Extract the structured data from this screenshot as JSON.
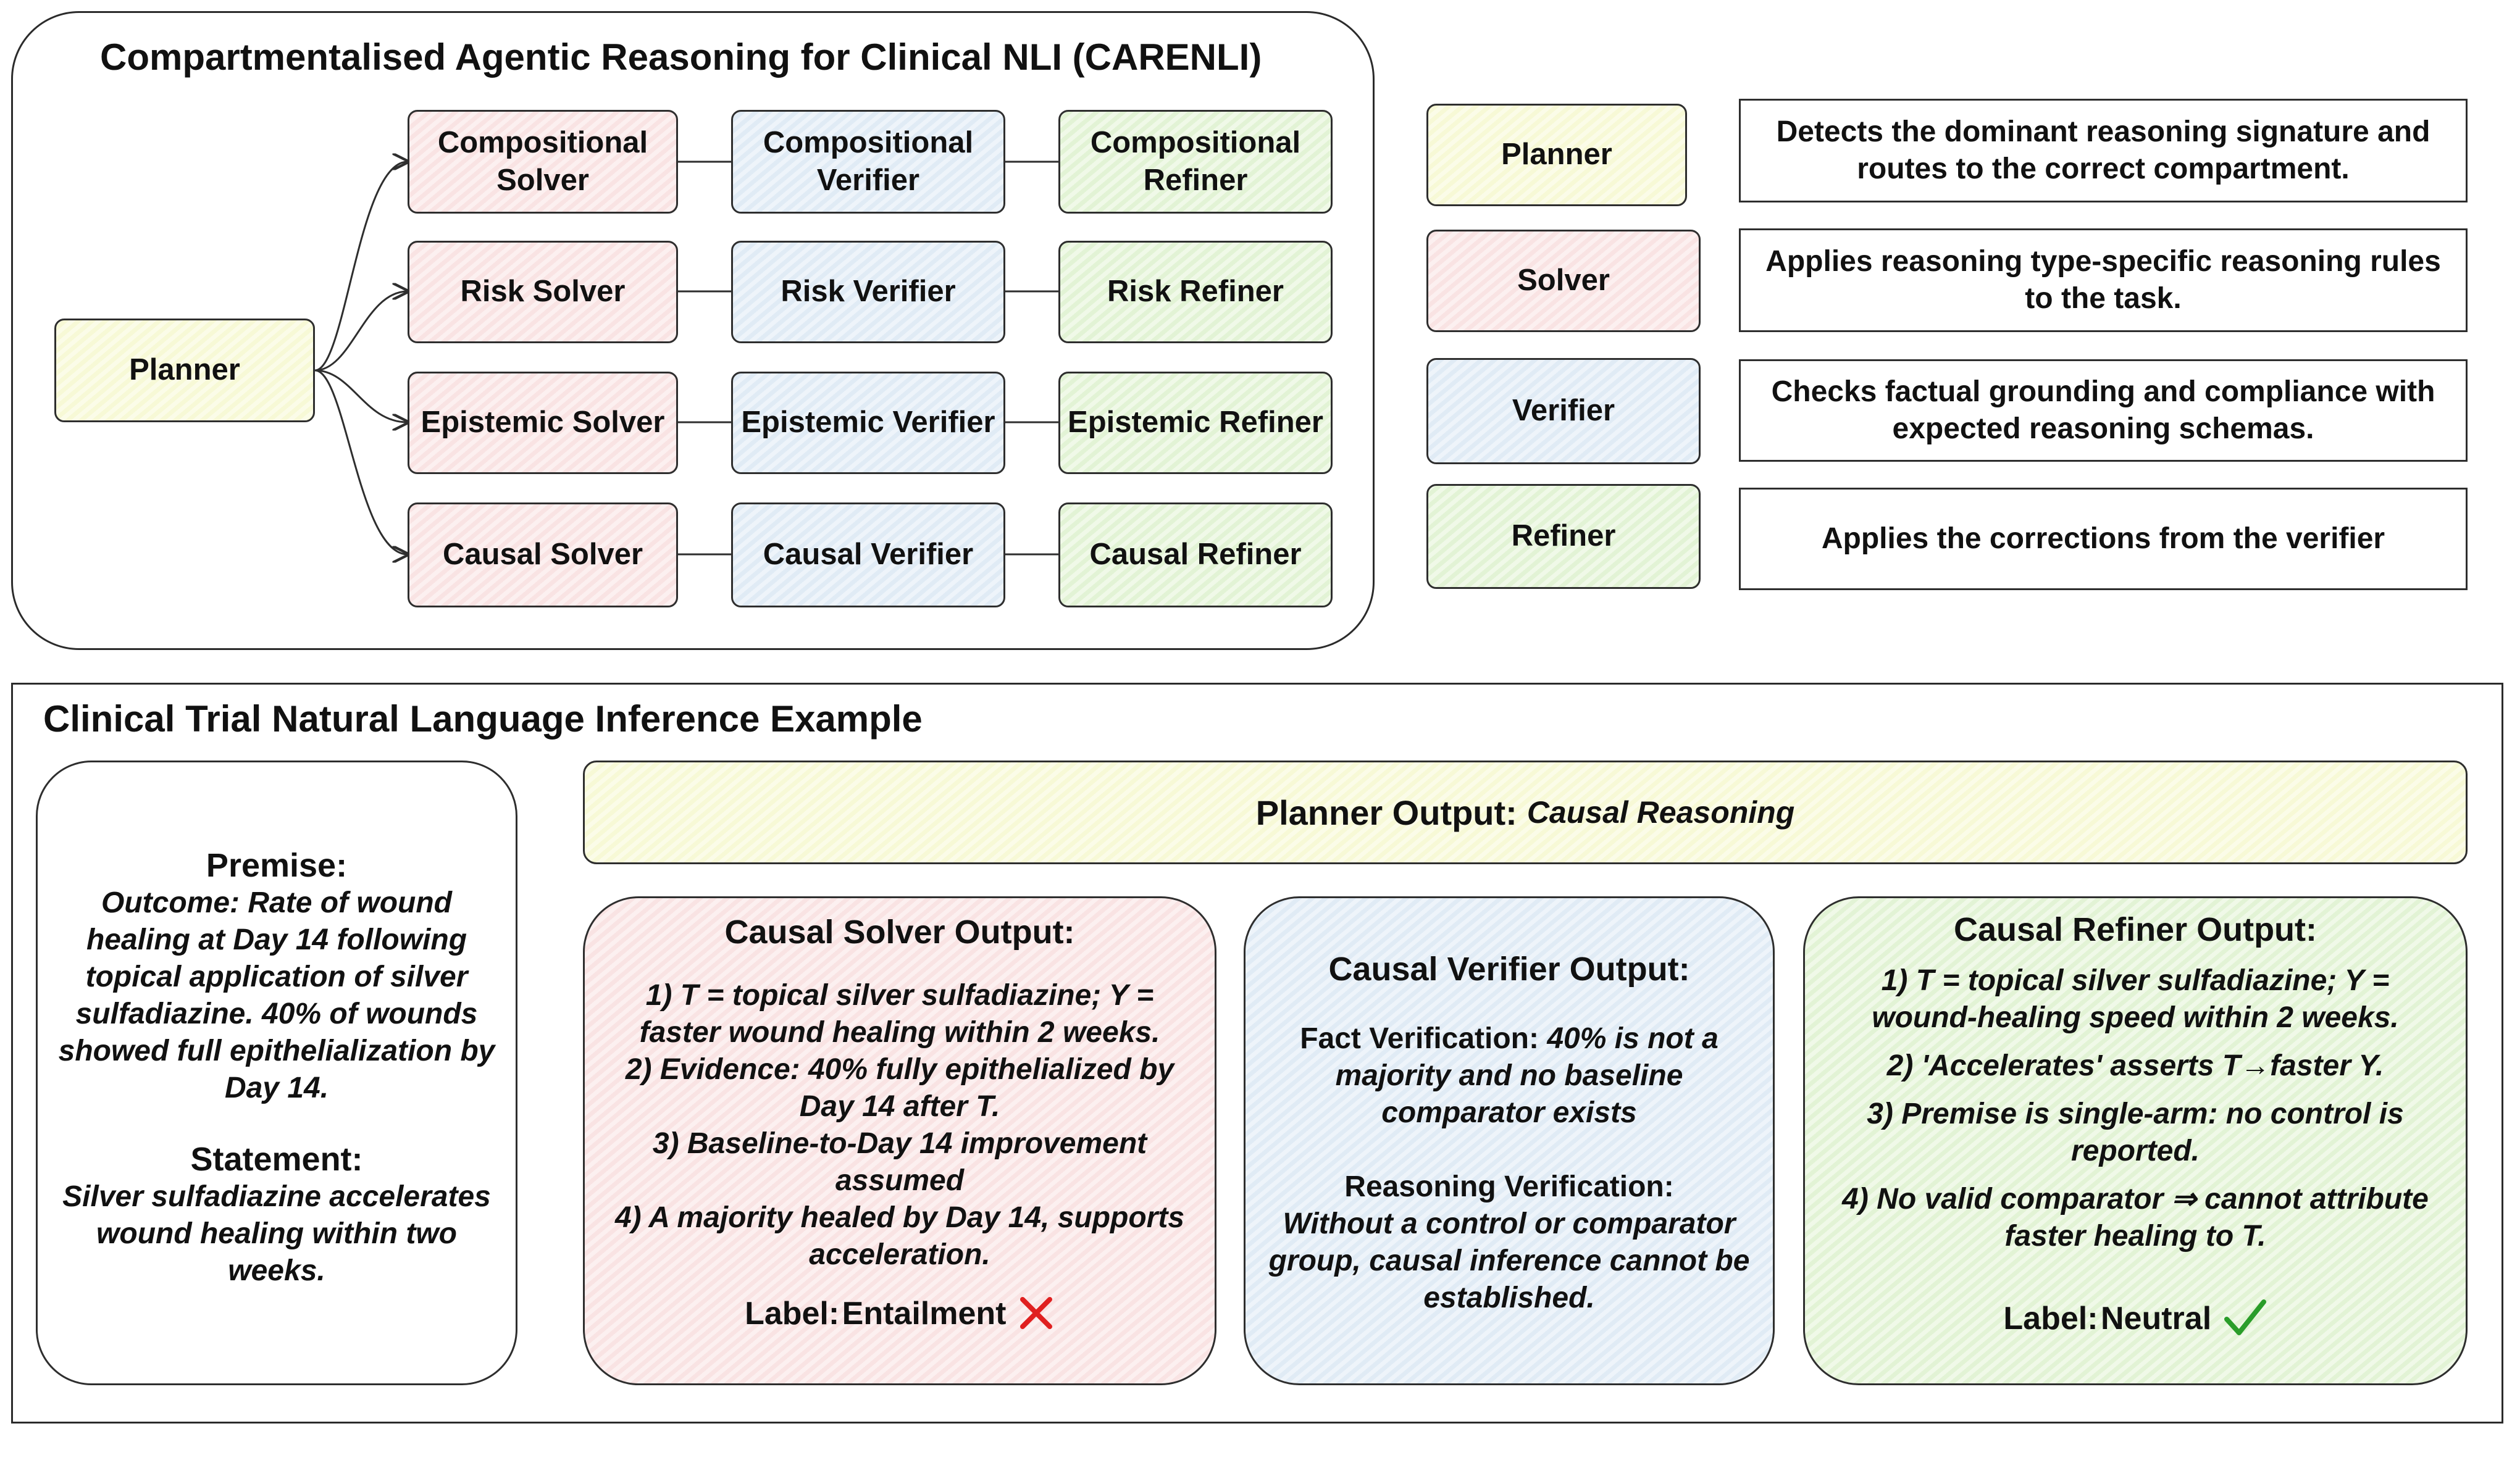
{
  "architecture": {
    "title": "Compartmentalised Agentic Reasoning for Clinical NLI (CARENLI)",
    "planner": "Planner",
    "rows": [
      {
        "solver": "Compositional Solver",
        "verifier": "Compositional Verifier",
        "refiner": "Compositional Refiner"
      },
      {
        "solver": "Risk Solver",
        "verifier": "Risk Verifier",
        "refiner": "Risk Refiner"
      },
      {
        "solver": "Epistemic Solver",
        "verifier": "Epistemic Verifier",
        "refiner": "Epistemic Refiner"
      },
      {
        "solver": "Causal Solver",
        "verifier": "Causal Verifier",
        "refiner": "Causal Refiner"
      }
    ]
  },
  "legend": [
    {
      "role": "Planner",
      "description": "Detects the dominant reasoning signature and routes to the correct compartment.",
      "color": "#f7f9d6"
    },
    {
      "role": "Solver",
      "description": "Applies reasoning type-specific reasoning rules to the task.",
      "color": "#f9e3e3"
    },
    {
      "role": "Verifier",
      "description": "Checks factual grounding and compliance with expected reasoning schemas.",
      "color": "#e0ebf5"
    },
    {
      "role": "Refiner",
      "description": "Applies the corrections from the verifier",
      "color": "#e2f3d5"
    }
  ],
  "example": {
    "title": "Clinical Trial Natural Language Inference Example",
    "premise_heading": "Premise:",
    "premise_text": "Outcome: Rate of wound healing at Day 14 following topical application of silver sulfadiazine. 40% of wounds showed full epithelialization by Day 14.",
    "statement_heading": "Statement:",
    "statement_text": "Silver sulfadiazine accelerates wound healing within two weeks.",
    "planner_output_label": "Planner Output:",
    "planner_output_value": "Causal Reasoning",
    "solver": {
      "heading": "Causal Solver Output:",
      "points": [
        "1) T = topical silver sulfadiazine; Y = faster wound healing within 2 weeks.",
        "2) Evidence: 40% fully epithelialized by Day 14 after T.",
        "3) Baseline-to-Day 14 improvement assumed",
        "4) A majority healed by Day 14, supports acceleration."
      ],
      "label_key": "Label:",
      "label_value": "Entailment",
      "mark_icon": "cross-icon",
      "mark_color": "#e02020"
    },
    "verifier": {
      "heading": "Causal Verifier Output:",
      "fact_key": "Fact Verification:",
      "fact_text": "40% is not a majority and no baseline comparator exists",
      "reason_key": "Reasoning Verification:",
      "reason_text": "Without a control or comparator group, causal inference cannot be  established."
    },
    "refiner": {
      "heading": "Causal Refiner Output:",
      "points": [
        "1) T = topical silver sulfadiazine; Y = wound-healing speed within 2 weeks.",
        "2) 'Accelerates' asserts T→faster Y.",
        "3) Premise is single-arm: no control is reported.",
        "4) No valid comparator ⇒ cannot attribute faster healing to T."
      ],
      "label_key": "Label:",
      "label_value": "Neutral",
      "mark_icon": "check-icon",
      "mark_color": "#2a9d2a"
    }
  }
}
